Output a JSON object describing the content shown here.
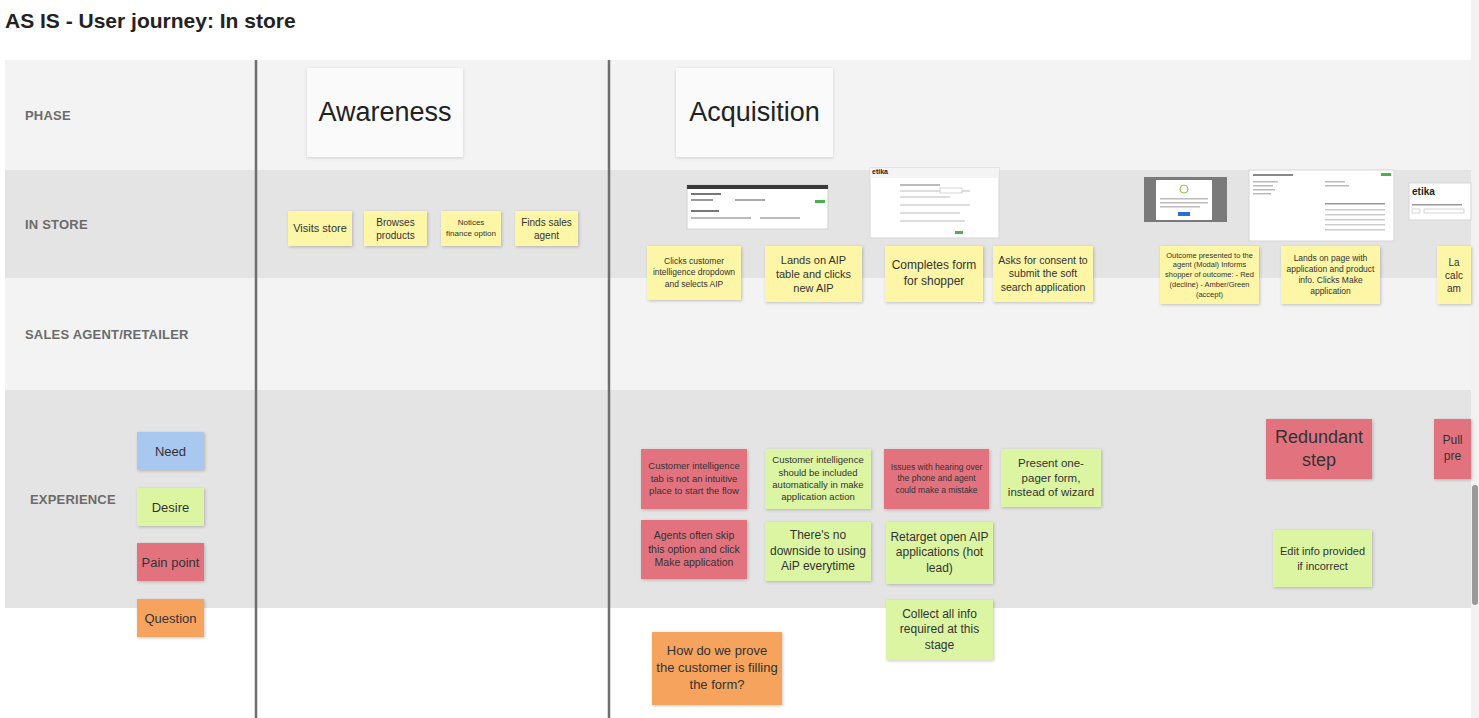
{
  "diagram": {
    "title": "AS IS - User journey: In store",
    "nodes": [
      {
        "text": [
          "PHASE"
        ]
      },
      {
        "text": [
          "IN STORE"
        ]
      },
      {
        "text": [
          "SALES AGENT/RETAILER"
        ]
      },
      {
        "text": [
          "EXPERIENCE"
        ]
      },
      {
        "text": [
          "Awareness"
        ],
        "in": 0
      },
      {
        "text": [
          "Acquisition"
        ],
        "in": 0
      },
      {
        "text": [
          "Visits store"
        ],
        "in": 1
      },
      {
        "text": [
          "Browses products"
        ],
        "in": 1
      },
      {
        "text": [
          "Notices finance option"
        ],
        "in": 1
      },
      {
        "text": [
          "Finds sales agent"
        ],
        "in": 1
      },
      {
        "text": [
          "Clicks customer intelligence dropdown and selects AIP"
        ],
        "in": 1
      },
      {
        "text": [
          "Lands on AIP table and clicks new AIP"
        ],
        "in": 1
      },
      {
        "text": [
          "Completes form for shopper"
        ],
        "in": 1
      },
      {
        "text": [
          "Asks for consent to submit the soft search application"
        ],
        "in": 1
      },
      {
        "text": [
          "Outcome presented to the agent (Modal) Informs shopper of outcome: - Red (decline) - Amber/Green (accept)"
        ],
        "in": 1
      },
      {
        "text": [
          "Lands on page with application and product info. Clicks Make application"
        ],
        "in": 1
      },
      {
        "text": [
          "La calc am"
        ],
        "in": 1
      },
      {
        "text": [
          "Customer intelligence tab is not an intuitive place to start the flow"
        ],
        "in": 3
      },
      {
        "text": [
          "Agents often skip this option and click Make application"
        ],
        "in": 3
      },
      {
        "text": [
          "Customer intelligence should be included automatically in make application action"
        ],
        "in": 3
      },
      {
        "text": [
          "There's no downside to using AiP everytime"
        ],
        "in": 3
      },
      {
        "text": [
          "Issues with hearing over the phone and agent could make a mistake"
        ],
        "in": 3
      },
      {
        "text": [
          "Retarget open AIP applications (hot lead)"
        ],
        "in": 3
      },
      {
        "text": [
          "Present one-pager form, instead of wizard"
        ],
        "in": 3
      },
      {
        "text": [
          "Redundant step"
        ],
        "in": 3
      },
      {
        "text": [
          "Edit info provided if incorrect"
        ],
        "in": 3
      },
      {
        "text": [
          "Pull pre"
        ],
        "in": 3
      },
      {
        "text": [
          "Collect all info required at this stage"
        ]
      },
      {
        "text": [
          "How do we prove the customer is filling the form?"
        ]
      }
    ],
    "labels": [
      "etika",
      "etika"
    ],
    "legend": [
      {
        "text": "Need",
        "color": "#a9c8ef"
      },
      {
        "text": "Desire",
        "color": "#dcf5a2"
      },
      {
        "text": "Pain point",
        "color": "#e3727f"
      },
      {
        "text": "Question",
        "color": "#f6a35d"
      }
    ]
  }
}
